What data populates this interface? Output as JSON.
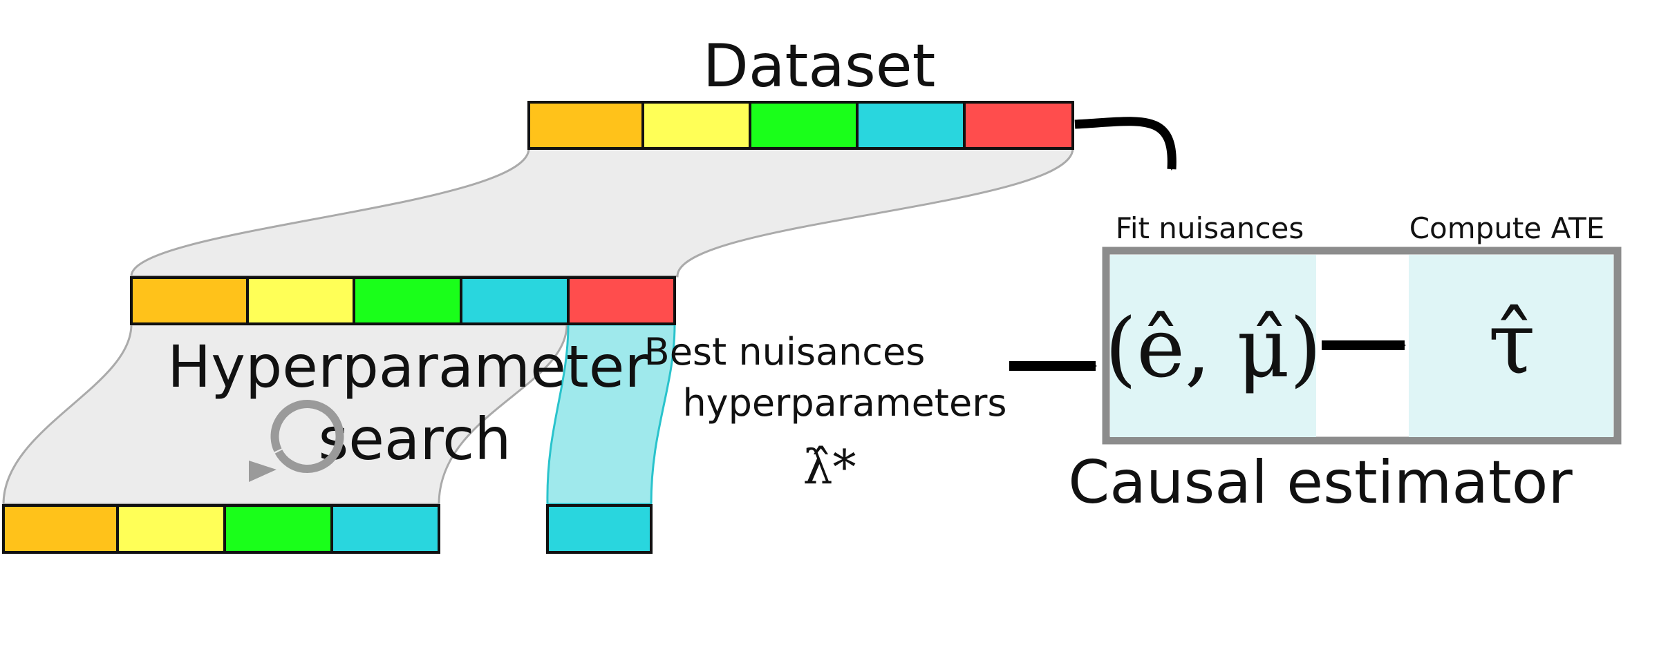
{
  "title": "Dataset",
  "fold_colors": [
    "#ff4d4d",
    "#ffc21a",
    "#ffff57",
    "#1aff1a",
    "#29d6de"
  ],
  "search_label_line1": "Hyperparameter",
  "search_label_line2": "search",
  "best_label_line1": "Best nuisances",
  "best_label_line2": "hyperparameters",
  "best_symbol": "λ̂*",
  "fit_label": "Fit nuisances",
  "compute_label": "Compute ATE",
  "nuisance_formula": "(ê, μ̂)",
  "ate_symbol": "τ̂",
  "estimator_label": "Causal estimator",
  "icons": [
    "refresh-cycle-icon",
    "arrow-right-icon",
    "curved-arrow-icon"
  ]
}
